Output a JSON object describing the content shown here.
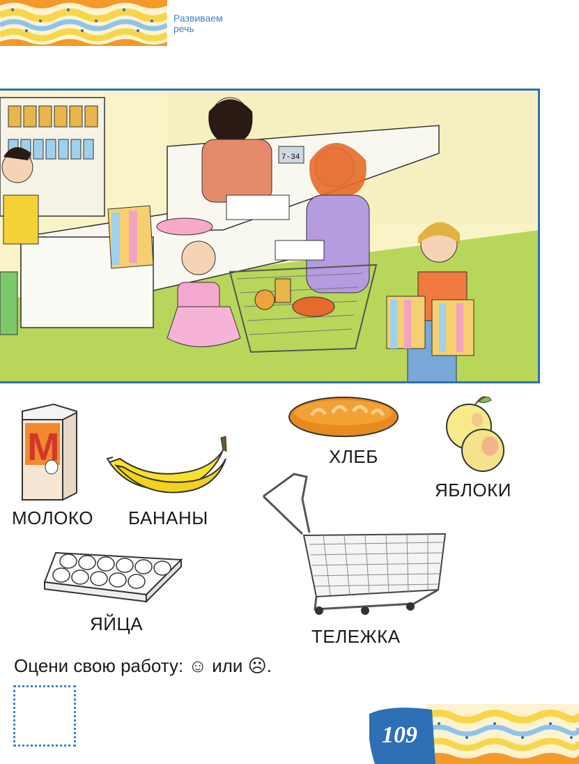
{
  "header": {
    "section_line1": "Развиваем",
    "section_line2": "речь"
  },
  "scene": {
    "register_display": "7-34"
  },
  "items": {
    "milk": "МОЛОКО",
    "bananas": "БАНАНЫ",
    "bread": "ХЛЕБ",
    "apples": "ЯБЛОКИ",
    "eggs": "ЯЙЦА",
    "cart": "ТЕЛЕЖКА"
  },
  "milk_carton_letter": "М",
  "self_assessment": {
    "prompt": "Оцени свою работу: ☺ или ☹."
  },
  "page_number": "109",
  "colors": {
    "accent_blue": "#2f6fb6",
    "wave_yellow": "#f7d64a",
    "wave_orange": "#f39a2a"
  }
}
